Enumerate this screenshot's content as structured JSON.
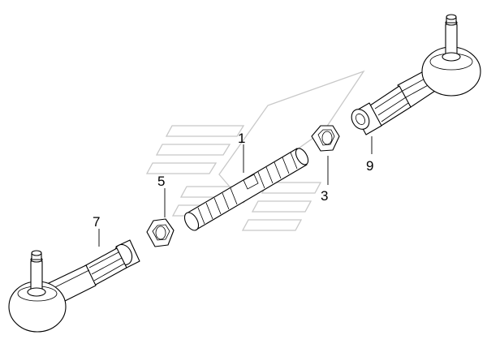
{
  "diagram": {
    "callouts": [
      {
        "id": "1",
        "label": "1"
      },
      {
        "id": "3",
        "label": "3"
      },
      {
        "id": "5",
        "label": "5"
      },
      {
        "id": "7",
        "label": "7"
      },
      {
        "id": "9",
        "label": "9"
      }
    ]
  },
  "colors": {
    "line": "#000000",
    "watermark": "#c8c8c8",
    "background": "#ffffff"
  }
}
